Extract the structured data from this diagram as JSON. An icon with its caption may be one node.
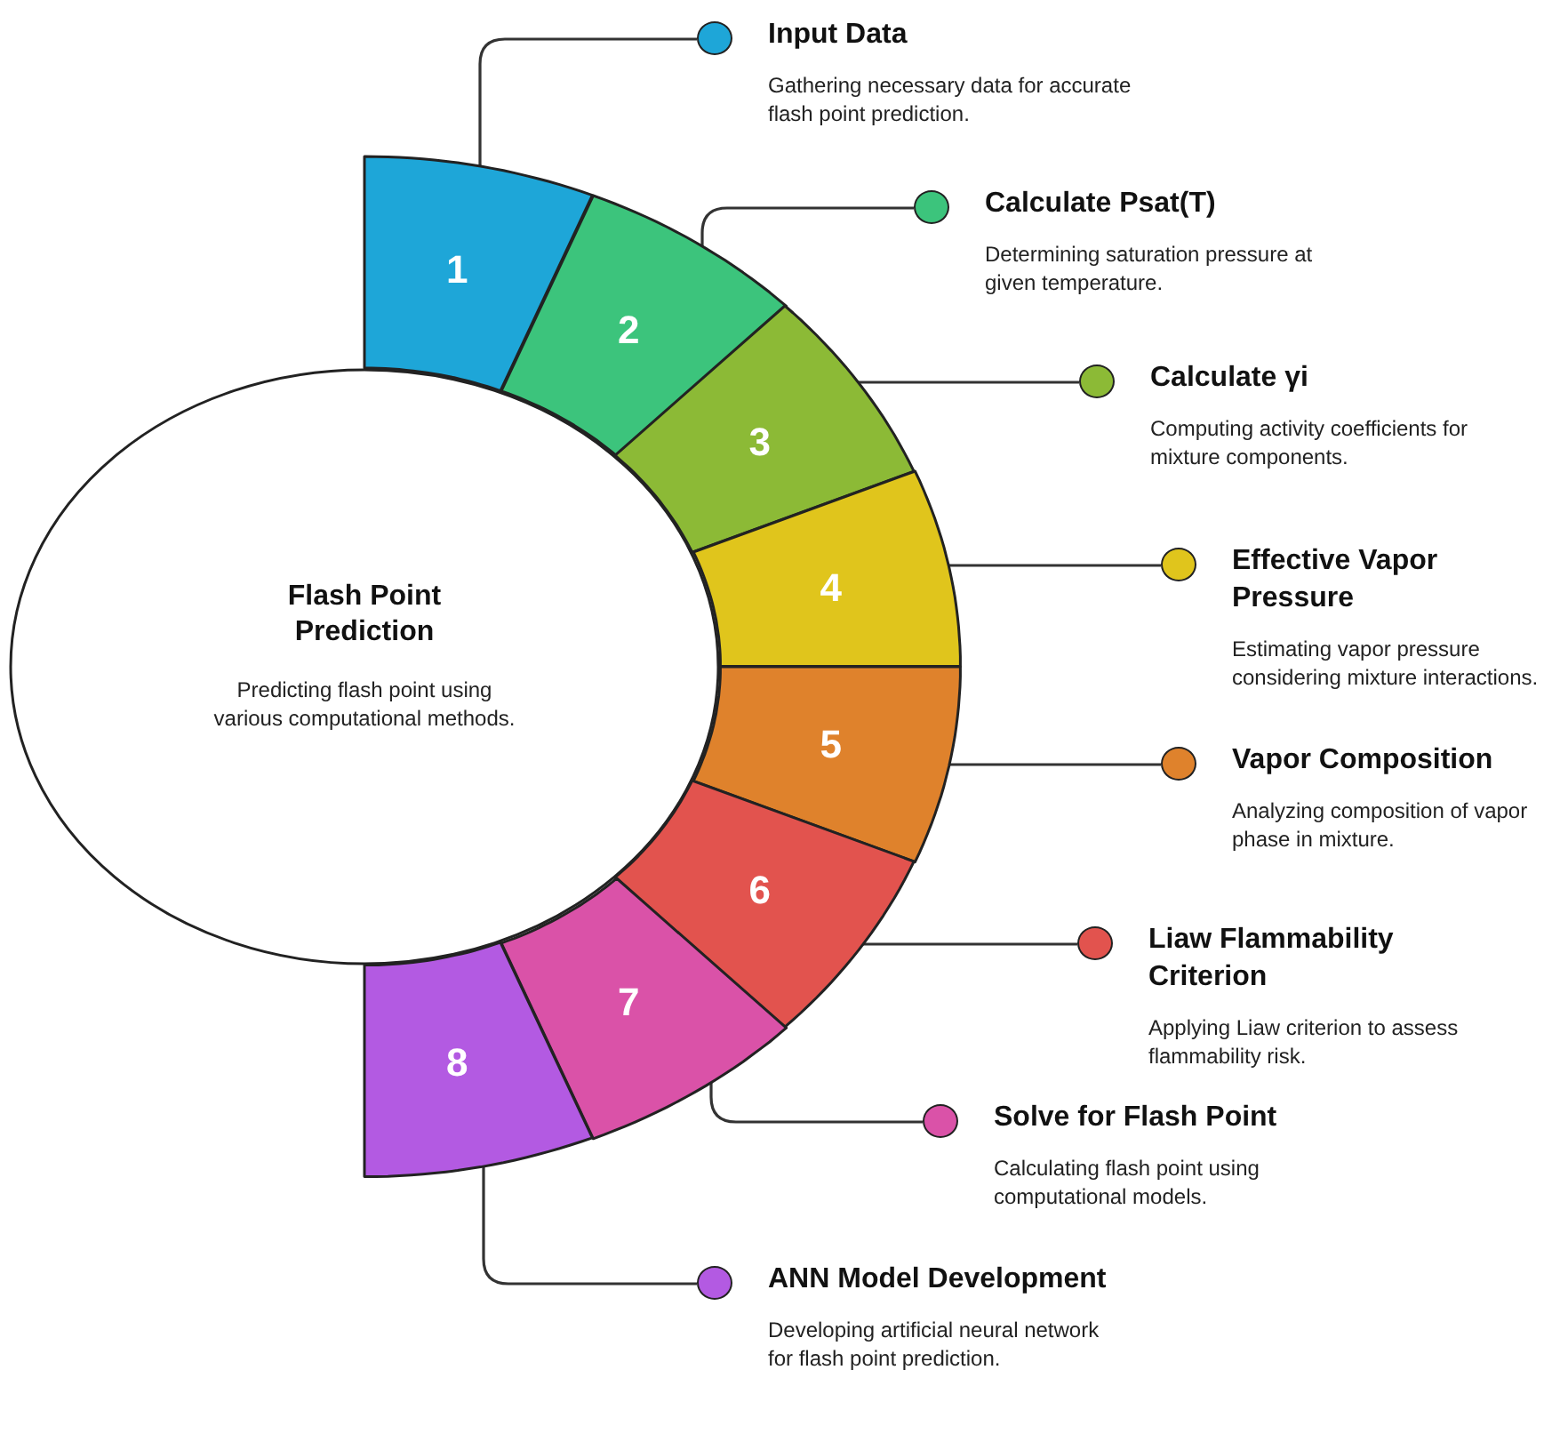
{
  "diagram": {
    "nodes": [
      {
        "text": [
          "Flash Point Prediction",
          "Predicting flash point using various computational methods."
        ]
      },
      {
        "text": [
          "1"
        ]
      },
      {
        "text": [
          "2"
        ]
      },
      {
        "text": [
          "3"
        ]
      },
      {
        "text": [
          "4"
        ]
      },
      {
        "text": [
          "5"
        ]
      },
      {
        "text": [
          "6"
        ]
      },
      {
        "text": [
          "7"
        ]
      },
      {
        "text": [
          "8"
        ]
      },
      {
        "text": [
          "Input Data",
          "Gathering necessary data for accurate flash point prediction."
        ]
      },
      {
        "text": [
          "Calculate Psat(T)",
          "Determining saturation pressure at given temperature."
        ]
      },
      {
        "text": [
          "Calculate γi",
          "Computing activity coefficients for mixture components."
        ]
      },
      {
        "text": [
          "Effective Vapor Pressure",
          "Estimating vapor pressure considering mixture interactions."
        ]
      },
      {
        "text": [
          "Vapor Composition",
          "Analyzing composition of vapor phase in mixture."
        ]
      },
      {
        "text": [
          "Liaw Flammability Criterion",
          "Applying Liaw criterion to assess flammability risk."
        ]
      },
      {
        "text": [
          "Solve for Flash Point",
          "Calculating flash point using computational models."
        ]
      },
      {
        "text": [
          "ANN Model Development",
          "Developing artificial neural network for flash point prediction."
        ]
      }
    ],
    "edges": [
      {
        "from": 1,
        "to": 9,
        "arrow": "none"
      },
      {
        "from": 2,
        "to": 10,
        "arrow": "none"
      },
      {
        "from": 3,
        "to": 11,
        "arrow": "none"
      },
      {
        "from": 4,
        "to": 12,
        "arrow": "none"
      },
      {
        "from": 5,
        "to": 13,
        "arrow": "none"
      },
      {
        "from": 6,
        "to": 14,
        "arrow": "none"
      },
      {
        "from": 7,
        "to": 15,
        "arrow": "none"
      },
      {
        "from": 8,
        "to": 16,
        "arrow": "none"
      }
    ]
  }
}
